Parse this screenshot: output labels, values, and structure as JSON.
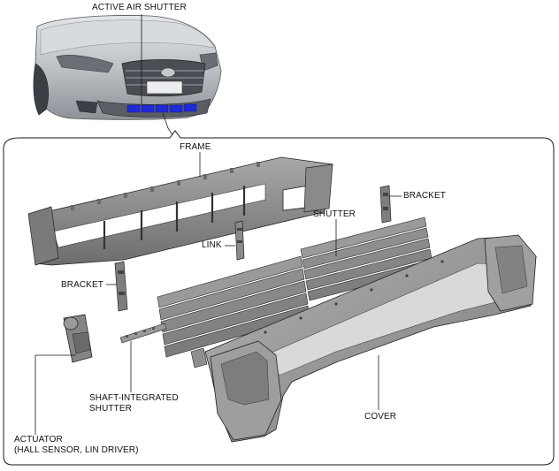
{
  "labels": {
    "active_air_shutter": "ACTIVE AIR SHUTTER",
    "frame": "FRAME",
    "bracket_right": "BRACKET",
    "shutter": "SHUTTER",
    "link": "LINK",
    "bracket_left": "BRACKET",
    "shaft_integrated_shutter": "SHAFT-INTEGRATED\nSHUTTER",
    "cover": "COVER",
    "actuator": "ACTUATOR\n(HALL SENSOR, LIN DRIVER)"
  },
  "colors": {
    "line": "#1a1a1a",
    "part_fill": "#8c8c8c",
    "part_dark": "#5e5e5e",
    "part_light": "#b7b7b7",
    "shutter_highlight": "#1e2ad8",
    "car_body": "#c9ccd0"
  }
}
